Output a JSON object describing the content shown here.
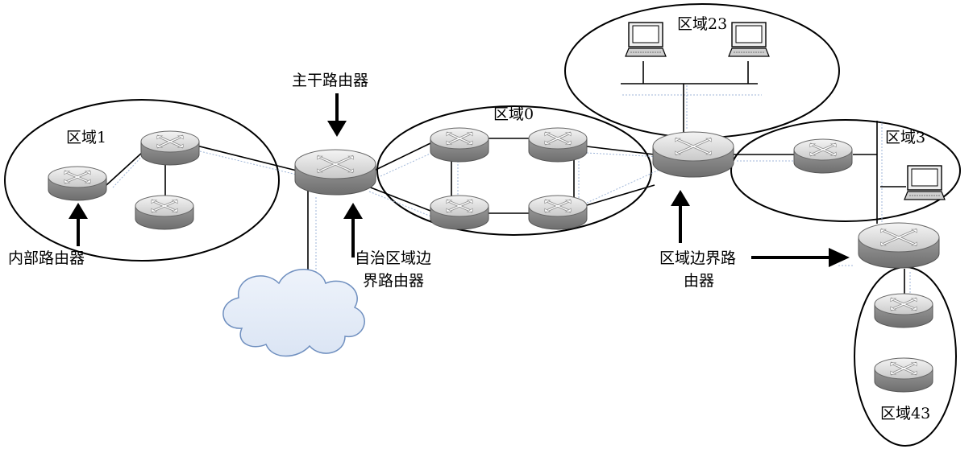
{
  "areas": {
    "area1": "区域1",
    "area0": "区域0",
    "area23": "区域23",
    "area3": "区域3",
    "area43": "区域43"
  },
  "labels": {
    "backbone_router": "主干路由器",
    "internal_router": "内部路由器",
    "asbr_line1": "自治区域边",
    "asbr_line2": "界路由器",
    "abr_line1": "区域边界路",
    "abr_line2": "由器"
  },
  "icons": [
    "router-icon",
    "computer-icon",
    "cloud-icon",
    "arrow-icon"
  ]
}
